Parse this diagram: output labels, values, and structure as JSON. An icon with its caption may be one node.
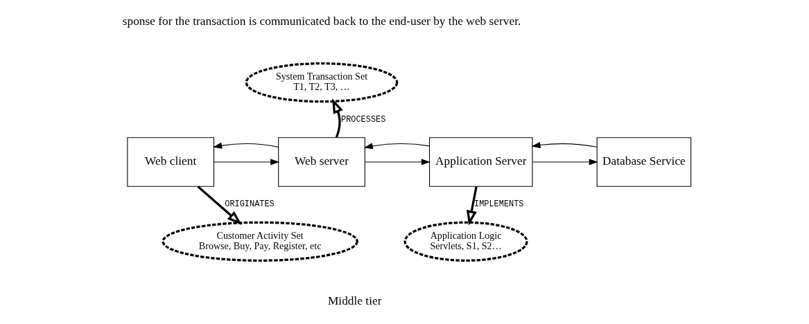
{
  "diagram": {
    "nodes": [
      {
        "text": [
          "Web client"
        ]
      },
      {
        "text": [
          "Web server"
        ]
      },
      {
        "text": [
          "Application Server"
        ]
      },
      {
        "text": [
          "Database Service"
        ]
      },
      {
        "text": [
          "System Transaction Set",
          "T1, T2, T3, …"
        ]
      },
      {
        "text": [
          "Customer Activity Set",
          "Browse, Buy, Pay, Register, etc"
        ]
      },
      {
        "text": [
          "Application Logic",
          "Servlets, S1, S2…"
        ]
      }
    ],
    "edges": [
      {
        "from": 0,
        "to": 1,
        "arrow": "to"
      },
      {
        "from": 1,
        "to": 0,
        "arrow": "to"
      },
      {
        "from": 1,
        "to": 2,
        "arrow": "to"
      },
      {
        "from": 2,
        "to": 1,
        "arrow": "to"
      },
      {
        "from": 2,
        "to": 3,
        "arrow": "to"
      },
      {
        "from": 3,
        "to": 2,
        "arrow": "to"
      },
      {
        "from": 1,
        "to": 4,
        "arrow": "to",
        "label": "PROCESSES",
        "style": "thick"
      },
      {
        "from": 0,
        "to": 5,
        "arrow": "to",
        "label": "ORIGINATES",
        "style": "thick"
      },
      {
        "from": 2,
        "to": 6,
        "arrow": "to",
        "label": "IMPLEMENTS",
        "style": "thick"
      }
    ],
    "labels": [
      "sponse for the transaction is communicated back to the end-user by the web server.",
      "Middle tier"
    ]
  }
}
